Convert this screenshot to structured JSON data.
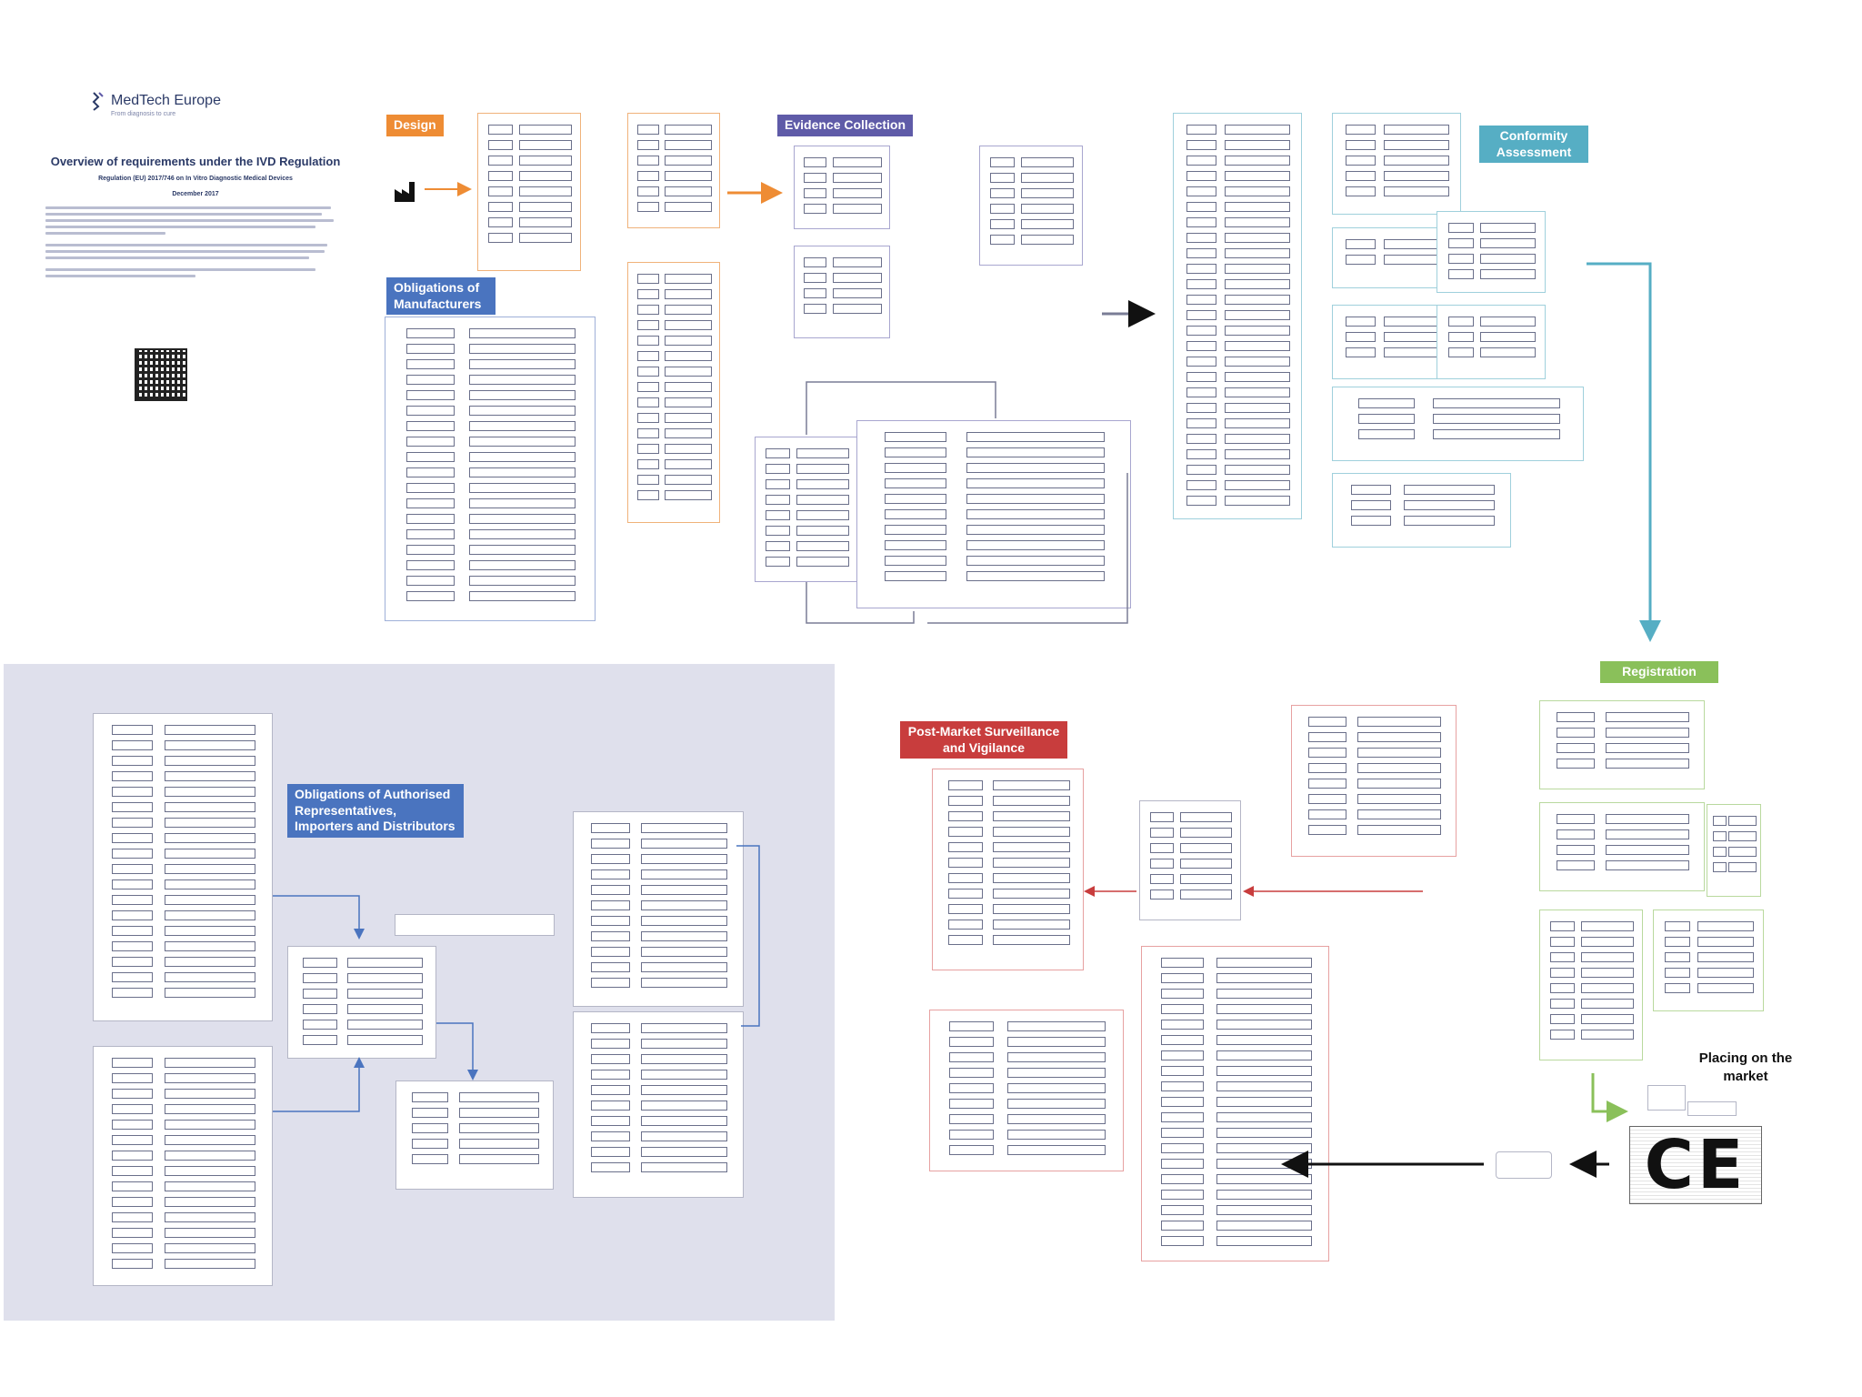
{
  "intro": {
    "logo_text": "MedTech Europe",
    "logo_tagline": "From diagnosis to cure",
    "title": "Overview of requirements under the IVD Regulation",
    "subtitle": "Regulation (EU) 2017/746 on In Vitro Diagnostic Medical Devices",
    "date": "December 2017"
  },
  "sections": {
    "design": "Design",
    "evidence": "Evidence Collection",
    "conformity": "Conformity Assessment",
    "obligations_manufacturers": "Obligations of Manufacturers",
    "registration": "Registration",
    "post_market": "Post-Market Surveillance and Vigilance",
    "obligations_ar": "Obligations of Authorised Representatives, Importers and Distributors",
    "placing": "Placing on the market",
    "ce": "CE"
  },
  "colors": {
    "orange": "#ee8c34",
    "purple": "#5f5ba8",
    "blue": "#4a74bf",
    "teal": "#56aec4",
    "green": "#8ac05a",
    "red": "#c83d3d"
  }
}
